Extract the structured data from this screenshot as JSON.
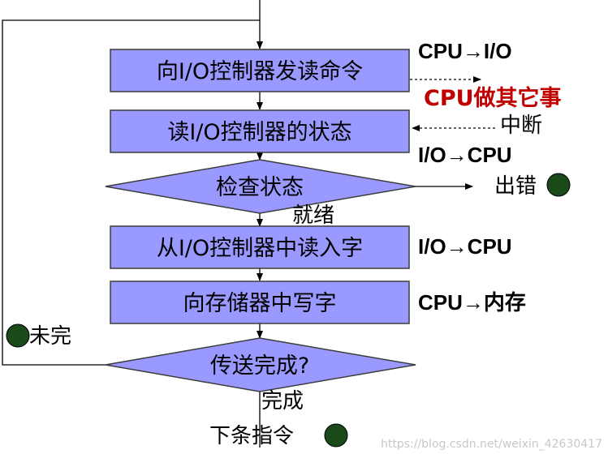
{
  "steps": {
    "send_read_command": "向I/O控制器发读命令",
    "read_status": "读I/O控制器的状态",
    "check_status": "检查状态",
    "read_word": "从I/O控制器中读入字",
    "write_memory": "向存储器中写字",
    "transfer_done": "传送完成?"
  },
  "annotations": {
    "cpu_to_io": "CPU→I/O",
    "cpu_other": "CPU做其它事",
    "interrupt": "中断",
    "io_to_cpu_1": "I/O→CPU",
    "error": "出错",
    "ready": "就绪",
    "io_to_cpu_2": "I/O→CPU",
    "cpu_to_memory": "CPU→内存",
    "not_done": "未完",
    "done": "完成",
    "next_instruction": "下条指令"
  },
  "watermark": "https://blog.csdn.net/weixin_42630417",
  "colors": {
    "box_fill": "#9999ff",
    "box_stroke": "#3c3c3c",
    "terminal_dot": "#1a4a1a",
    "highlight_text": "#c00000"
  }
}
